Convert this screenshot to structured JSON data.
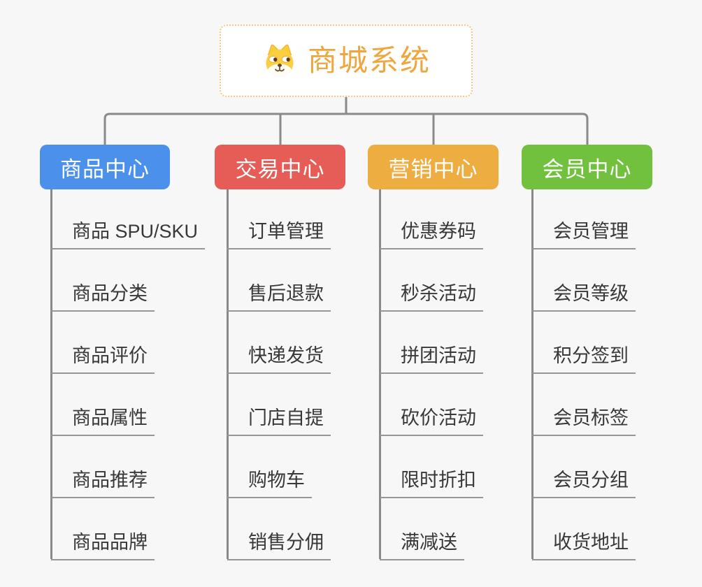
{
  "root": {
    "title": "商城系统",
    "title_color": "#f0a63e",
    "border_color": "#f5c97f",
    "icon": "dog-face-icon"
  },
  "branches": [
    {
      "label": "商品中心",
      "color": "#4b90ea",
      "children": [
        "商品 SPU/SKU",
        "商品分类",
        "商品评价",
        "商品属性",
        "商品推荐",
        "商品品牌"
      ]
    },
    {
      "label": "交易中心",
      "color": "#e65c57",
      "children": [
        "订单管理",
        "售后退款",
        "快递发货",
        "门店自提",
        "购物车",
        "销售分佣"
      ]
    },
    {
      "label": "营销中心",
      "color": "#edad40",
      "children": [
        "优惠券码",
        "秒杀活动",
        "拼团活动",
        "砍价活动",
        "限时折扣",
        "满减送"
      ]
    },
    {
      "label": "会员中心",
      "color": "#72c13e",
      "children": [
        "会员管理",
        "会员等级",
        "积分签到",
        "会员标签",
        "会员分组",
        "收货地址"
      ]
    }
  ],
  "colors": {
    "background": "#f7f7f7",
    "connector": "#8a8a8a",
    "underline": "#969696",
    "leaf_text": "#383838"
  }
}
